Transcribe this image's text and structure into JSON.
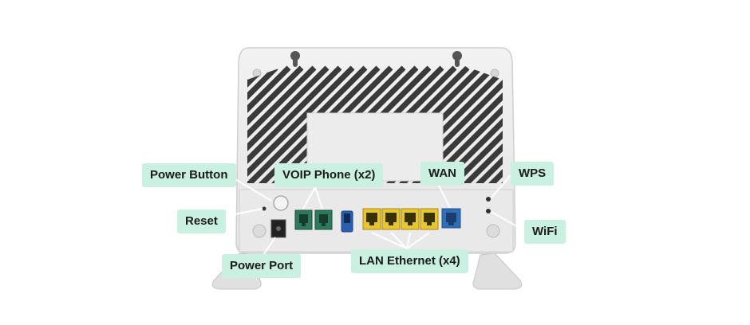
{
  "labels": {
    "power_button": "Power Button",
    "voip_phone": "VOIP Phone (x2)",
    "wan": "WAN",
    "wps": "WPS",
    "reset": "Reset",
    "wifi": "WiFi",
    "power_port": "Power Port",
    "lan_ethernet": "LAN Ethernet (x4)"
  },
  "colors": {
    "label_background": "#c9f0e0",
    "router_body": "#eeeeee",
    "lan_port": "#e8c62c",
    "wan_port": "#2f6fb8",
    "voip_port": "#2e7a5e",
    "usb_port": "#2a5fb0",
    "leader_line": "#ffffff"
  },
  "ports": {
    "voip_count": 2,
    "lan_count": 4,
    "wan_count": 1
  }
}
